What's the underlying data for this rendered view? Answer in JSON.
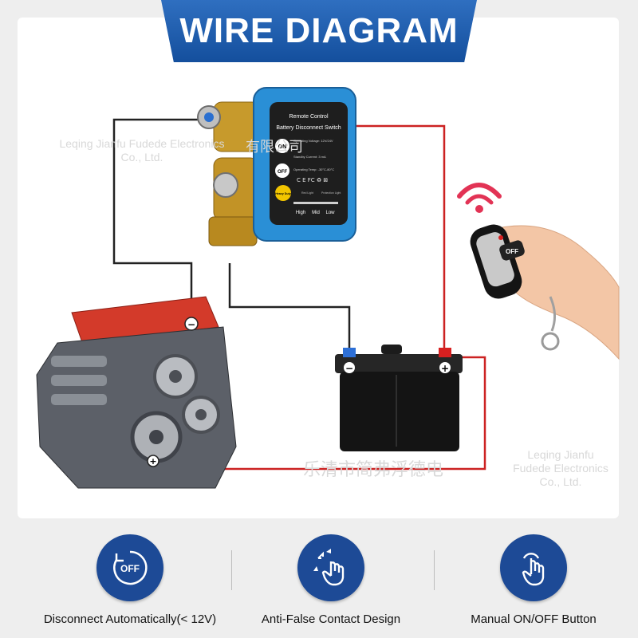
{
  "header": {
    "title": "WIRE DIAGRAM"
  },
  "switch_box": {
    "title": "Remote Control",
    "subtitle": "Battery Disconnect Switch",
    "btn_on": "ON",
    "btn_off": "OFF",
    "spec_voltage": "Operating Voltage: 12V/24V",
    "spec_standby": "Standby Current: 3 mA",
    "spec_temp": "Operating Temp: -30°C-80°C",
    "marks": "C E FC ♻ ⊠",
    "heavy_duty": "Heavy Duty",
    "led_red": "Red Light",
    "led_prot": "Protection Light",
    "level_high": "High",
    "level_mid": "Mid",
    "level_low": "Low"
  },
  "remote": {
    "btn_off": "OFF"
  },
  "engine": {
    "neg": "−",
    "pos": "+"
  },
  "battery": {
    "neg": "−",
    "pos": "+"
  },
  "watermarks": {
    "wm1_line1": "Leqing Jianfu Fudede Electronics",
    "wm1_line2": "Co., Ltd.",
    "wm2": "有限公司",
    "wm3_line1": "Leqing Jianfu",
    "wm3_line2": "Fudede Electronics",
    "wm3_line3": "Co., Ltd.",
    "wm4": "乐清市简弗浮德电"
  },
  "features": [
    {
      "label": "Disconnect Automatically(< 12V)",
      "icon": "power-off-icon",
      "icon_text": "OFF"
    },
    {
      "label": "Anti-False Contact Design",
      "icon": "touch-arrows-icon"
    },
    {
      "label": "Manual ON/OFF Button",
      "icon": "tap-hand-icon"
    }
  ],
  "colors": {
    "brand_blue": "#1d4a96",
    "wire_black": "#222222",
    "wire_red": "#cc2222",
    "switch_blue": "#2a8fd6"
  }
}
